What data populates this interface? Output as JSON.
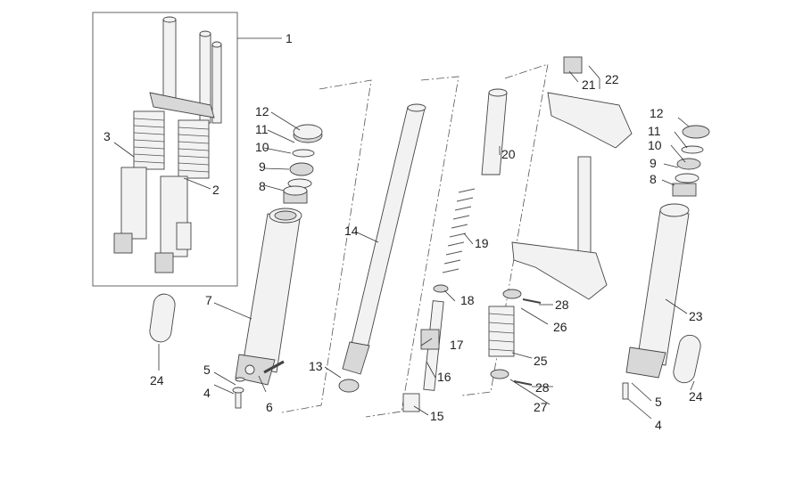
{
  "diagram": {
    "type": "exploded-parts-view",
    "callouts": [
      {
        "id": "c1",
        "text": "1"
      },
      {
        "id": "c2",
        "text": "2"
      },
      {
        "id": "c3",
        "text": "3"
      },
      {
        "id": "c4a",
        "text": "4"
      },
      {
        "id": "c4b",
        "text": "4"
      },
      {
        "id": "c5a",
        "text": "5"
      },
      {
        "id": "c5b",
        "text": "5"
      },
      {
        "id": "c6",
        "text": "6"
      },
      {
        "id": "c7",
        "text": "7"
      },
      {
        "id": "c8a",
        "text": "8"
      },
      {
        "id": "c8b",
        "text": "8"
      },
      {
        "id": "c9a",
        "text": "9"
      },
      {
        "id": "c9b",
        "text": "9"
      },
      {
        "id": "c10a",
        "text": "10"
      },
      {
        "id": "c10b",
        "text": "10"
      },
      {
        "id": "c11a",
        "text": "11"
      },
      {
        "id": "c11b",
        "text": "11"
      },
      {
        "id": "c12a",
        "text": "12"
      },
      {
        "id": "c12b",
        "text": "12"
      },
      {
        "id": "c13",
        "text": "13"
      },
      {
        "id": "c14",
        "text": "14"
      },
      {
        "id": "c15",
        "text": "15"
      },
      {
        "id": "c16",
        "text": "16"
      },
      {
        "id": "c17",
        "text": "17"
      },
      {
        "id": "c18",
        "text": "18"
      },
      {
        "id": "c19",
        "text": "19"
      },
      {
        "id": "c20",
        "text": "20"
      },
      {
        "id": "c21",
        "text": "21"
      },
      {
        "id": "c22",
        "text": "22"
      },
      {
        "id": "c23",
        "text": "23"
      },
      {
        "id": "c24a",
        "text": "24"
      },
      {
        "id": "c24b",
        "text": "24"
      },
      {
        "id": "c25",
        "text": "25"
      },
      {
        "id": "c26",
        "text": "26"
      },
      {
        "id": "c27",
        "text": "27"
      },
      {
        "id": "c28a",
        "text": "28"
      },
      {
        "id": "c28b",
        "text": "28"
      }
    ]
  }
}
